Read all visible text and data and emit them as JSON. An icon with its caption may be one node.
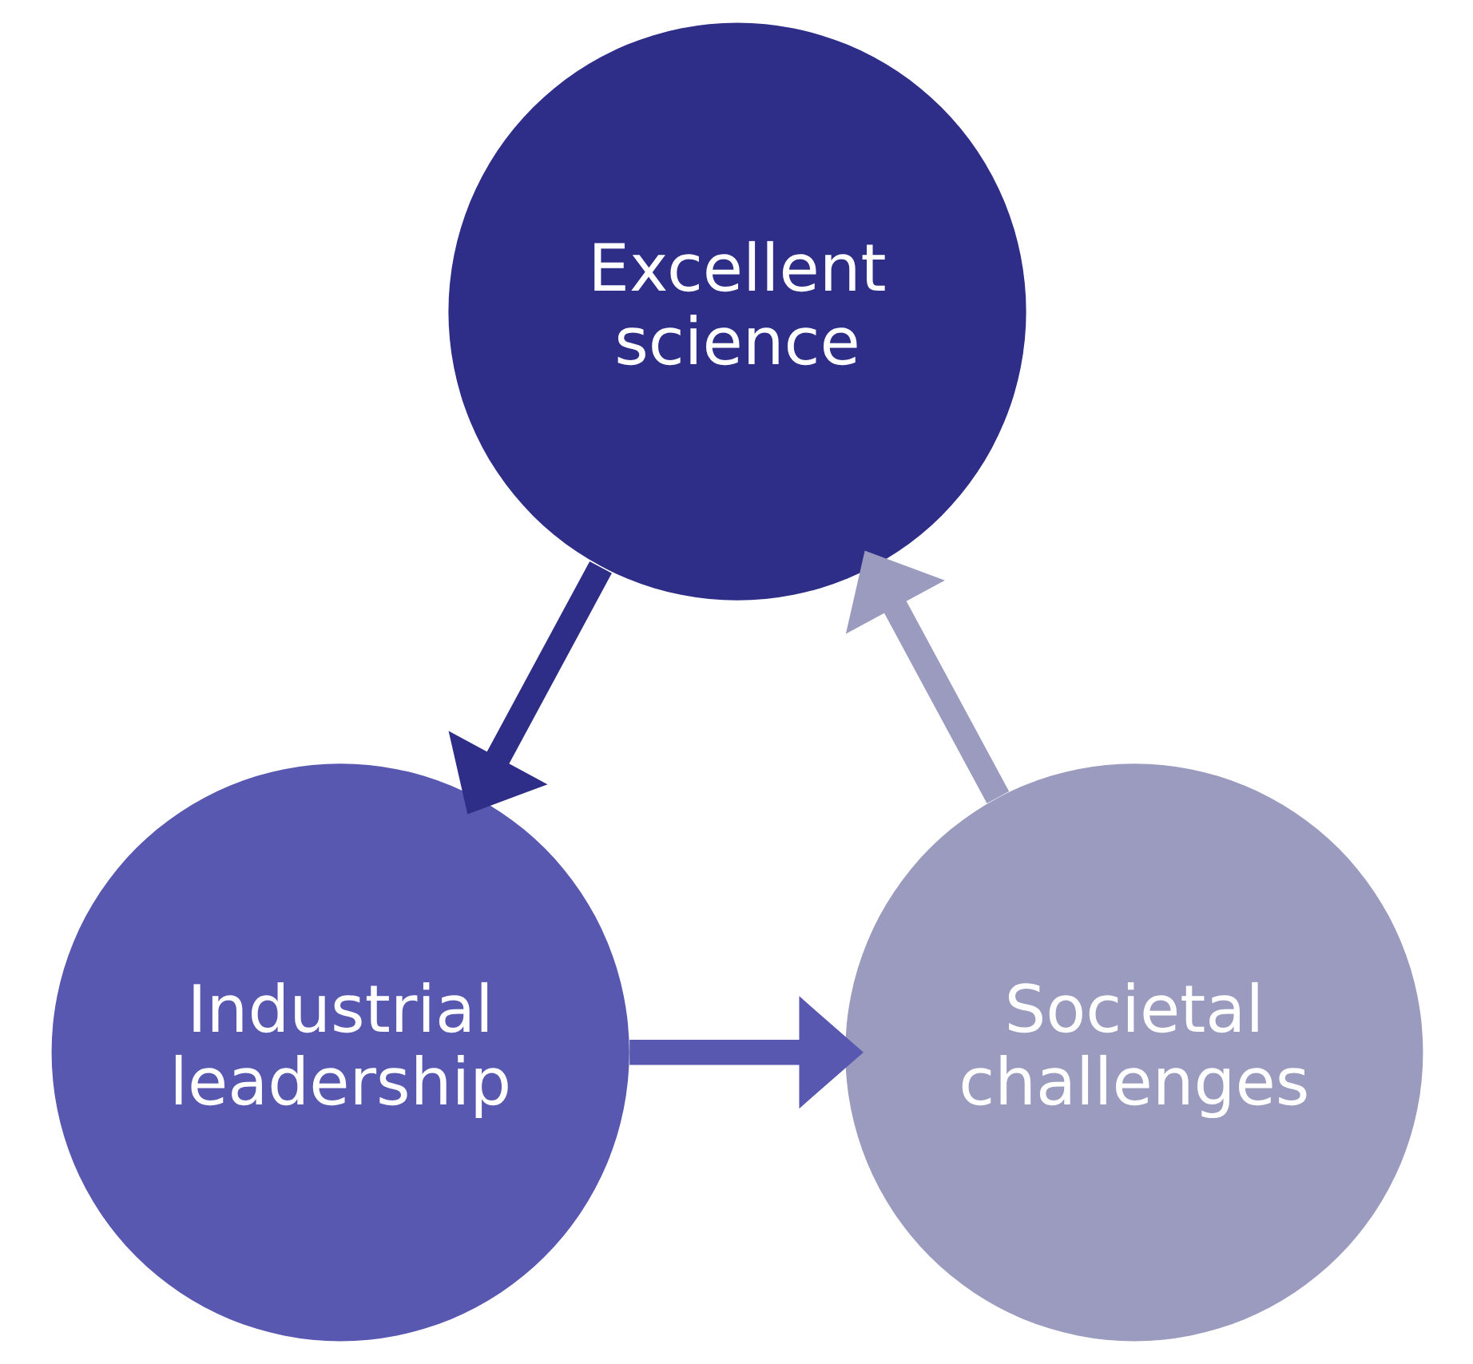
{
  "diagram": {
    "nodes": [
      {
        "text": [
          "Excellent science"
        ]
      },
      {
        "text": [
          "Industrial leadership"
        ]
      },
      {
        "text": [
          "Societal challenges"
        ]
      }
    ],
    "edges": [
      {
        "from": 0,
        "to": 1,
        "arrow": "to",
        "color": "#2e2e88"
      },
      {
        "from": 1,
        "to": 2,
        "arrow": "to",
        "color": "#5858b0"
      },
      {
        "from": 2,
        "to": 0,
        "arrow": "to",
        "color": "#9b9bbf"
      }
    ]
  }
}
